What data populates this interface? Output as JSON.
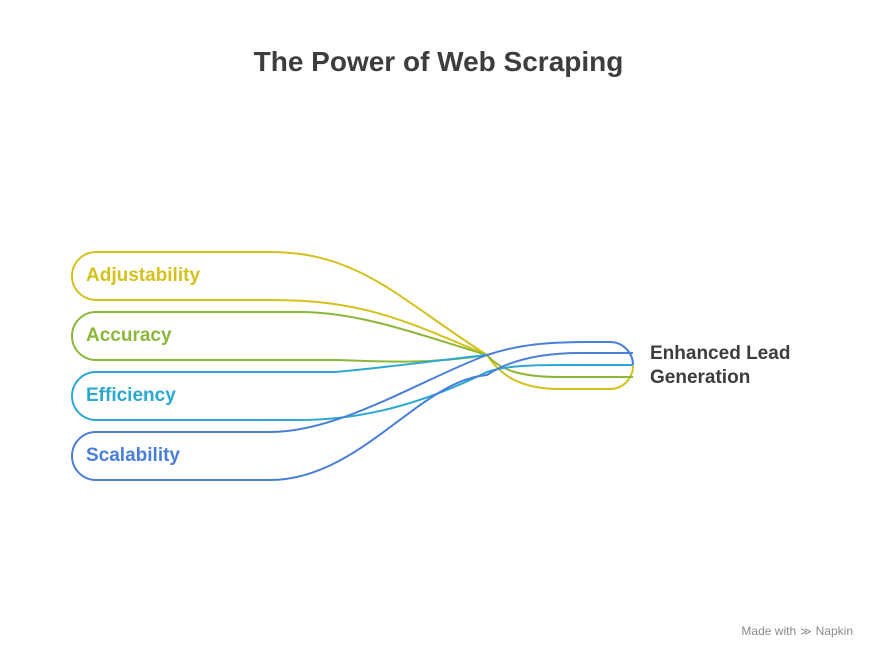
{
  "title": "The Power of Web Scraping",
  "sources": [
    {
      "label": "Adjustability",
      "color": "#d4c11c"
    },
    {
      "label": "Accuracy",
      "color": "#8cb83a"
    },
    {
      "label": "Efficiency",
      "color": "#2ba8cf"
    },
    {
      "label": "Scalability",
      "color": "#4a7fd9"
    }
  ],
  "target": {
    "line1": "Enhanced Lead",
    "line2": "Generation"
  },
  "watermark": {
    "prefix": "Made with",
    "brand": "Napkin",
    "icon": "napkin-logo-icon"
  }
}
